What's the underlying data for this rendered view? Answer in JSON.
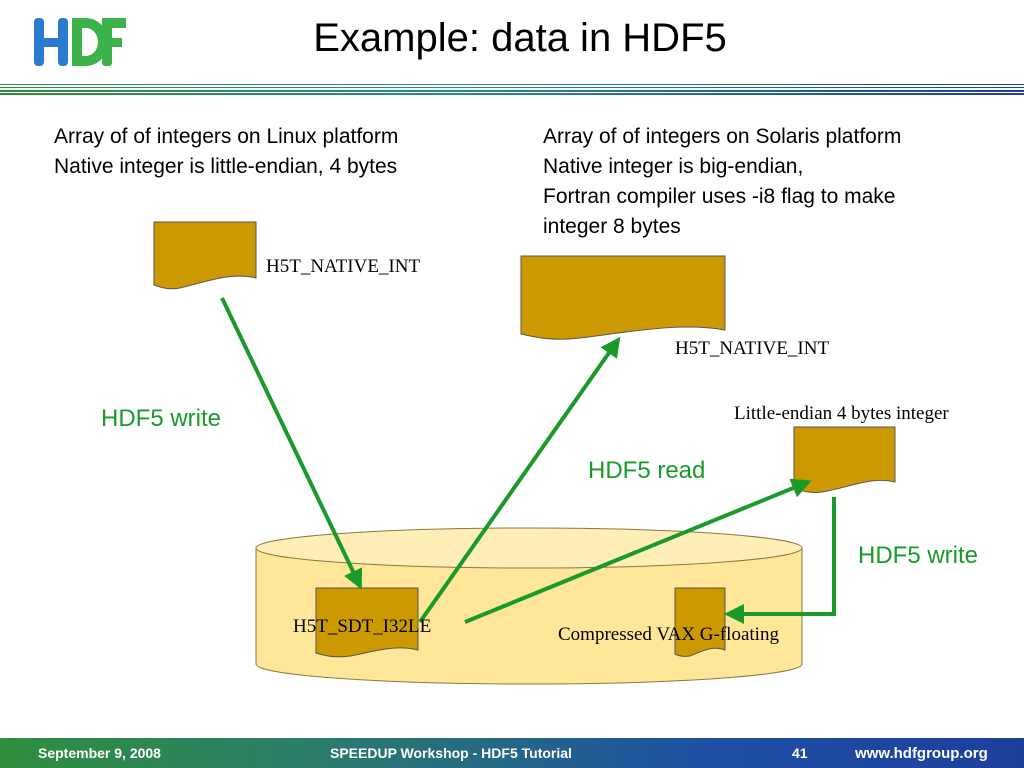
{
  "header": {
    "title": "Example: data in HDF5",
    "logo_text": "HDF"
  },
  "notes": {
    "linux": [
      "Array of of integers on Linux platform",
      "Native integer is little-endian, 4 bytes"
    ],
    "solaris": [
      "Array of of integers on Solaris platform",
      "Native integer is big-endian,",
      "Fortran compiler uses -i8 flag to make",
      "integer 8 bytes"
    ]
  },
  "labels": {
    "native_int_linux": "H5T_NATIVE_INT",
    "native_int_solaris": "H5T_NATIVE_INT",
    "little_endian": "Little-endian 4 bytes integer",
    "sdt": "H5T_SDT_I32LE",
    "vax": "Compressed VAX G-floating"
  },
  "actions": {
    "write_left": "HDF5 write",
    "read": "HDF5 read",
    "write_right": "HDF5 write"
  },
  "footer": {
    "date": "September 9, 2008",
    "workshop": "SPEEDUP Workshop - HDF5 Tutorial",
    "page": "41",
    "url": "www.hdfgroup.org"
  },
  "colors": {
    "doc_fill": "#cc9900",
    "disk_fill": "#ffe699",
    "arrow": "#1a9a2a",
    "action_text": "#1a9a2a"
  }
}
